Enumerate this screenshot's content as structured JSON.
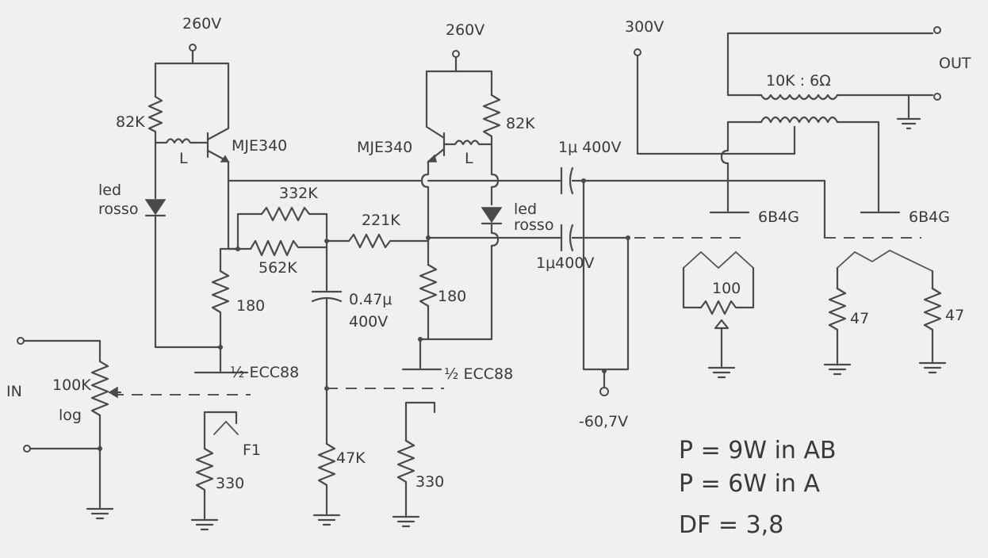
{
  "supplies": {
    "left_b_plus": "260V",
    "mid_b_plus": "260V",
    "output_b_plus": "300V",
    "bias": "-60,7V"
  },
  "input": {
    "label": "IN",
    "volume_pot_value": "100K",
    "volume_pot_taper": "log"
  },
  "output": {
    "label": "OUT",
    "transformer": "10K : 6Ω"
  },
  "left_stage": {
    "anode_resistor": "82K",
    "choke": "L",
    "transistor": "MJE340",
    "led_line1": "led",
    "led_line2": "rosso",
    "cathode_resistor": "180",
    "triode": "½ ECC88",
    "feedback_resistor_a": "332K",
    "feedback_resistor_b": "562K",
    "grid_cathode_resistor": "330",
    "filament_label": "F1"
  },
  "right_stage": {
    "transistor": "MJE340",
    "choke": "L",
    "anode_resistor": "82K",
    "led_line1": "led",
    "led_line2": "rosso",
    "cathode_resistor": "180",
    "triode": "½ ECC88",
    "input_resistor": "221K",
    "grid_resistor": "47K",
    "cathode_resistor_2": "330",
    "coupling_cap_line1": "0.47μ",
    "coupling_cap_line2": "400V"
  },
  "output_stage": {
    "coupling_cap_top": "1μ 400V",
    "coupling_cap_bottom": "1μ400V",
    "tube_left": "6B4G",
    "tube_right": "6B4G",
    "hum_pot": "100",
    "filament_res_left": "47",
    "filament_res_right": "47"
  },
  "notes": {
    "power_ab": "P = 9W  in AB",
    "power_a": "P = 6W  in A",
    "damping": "DF = 3,8"
  }
}
